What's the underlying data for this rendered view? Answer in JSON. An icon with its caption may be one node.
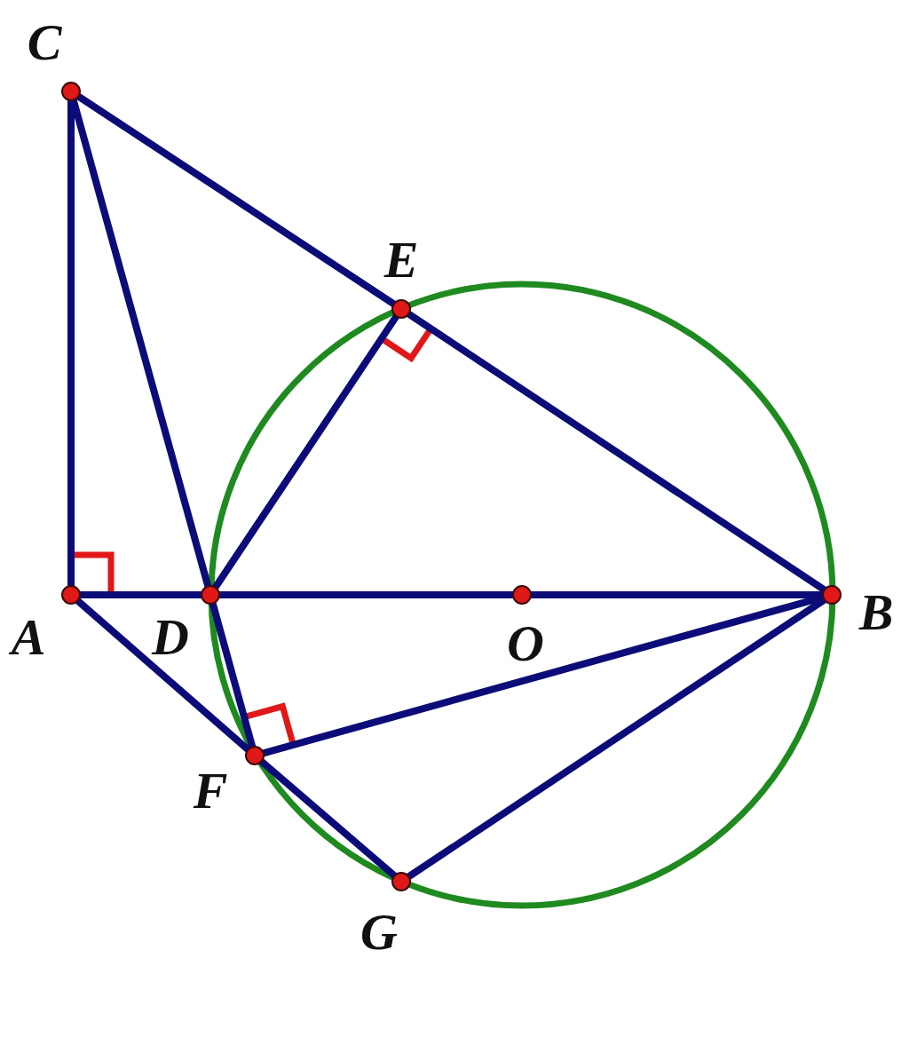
{
  "diagram": {
    "nodes": [
      {
        "text": [
          "C"
        ]
      },
      {
        "text": [
          "E"
        ]
      },
      {
        "text": [
          "A"
        ]
      },
      {
        "text": [
          "D"
        ]
      },
      {
        "text": [
          "O"
        ]
      },
      {
        "text": [
          "B"
        ]
      },
      {
        "text": [
          "F"
        ]
      },
      {
        "text": [
          "G"
        ]
      }
    ],
    "edges": [
      {
        "from": 0,
        "to": 1,
        "arrow": "none"
      },
      {
        "from": 1,
        "to": 5,
        "arrow": "none"
      },
      {
        "from": 0,
        "to": 2,
        "arrow": "none"
      },
      {
        "from": 0,
        "to": 3,
        "arrow": "none"
      },
      {
        "from": 3,
        "to": 6,
        "arrow": "none"
      },
      {
        "from": 1,
        "to": 3,
        "arrow": "none"
      },
      {
        "from": 2,
        "to": 3,
        "arrow": "none"
      },
      {
        "from": 3,
        "to": 4,
        "arrow": "none"
      },
      {
        "from": 4,
        "to": 5,
        "arrow": "none"
      },
      {
        "from": 2,
        "to": 6,
        "arrow": "none"
      },
      {
        "from": 6,
        "to": 7,
        "arrow": "none"
      },
      {
        "from": 6,
        "to": 5,
        "arrow": "none"
      },
      {
        "from": 7,
        "to": 5,
        "arrow": "none"
      }
    ]
  }
}
